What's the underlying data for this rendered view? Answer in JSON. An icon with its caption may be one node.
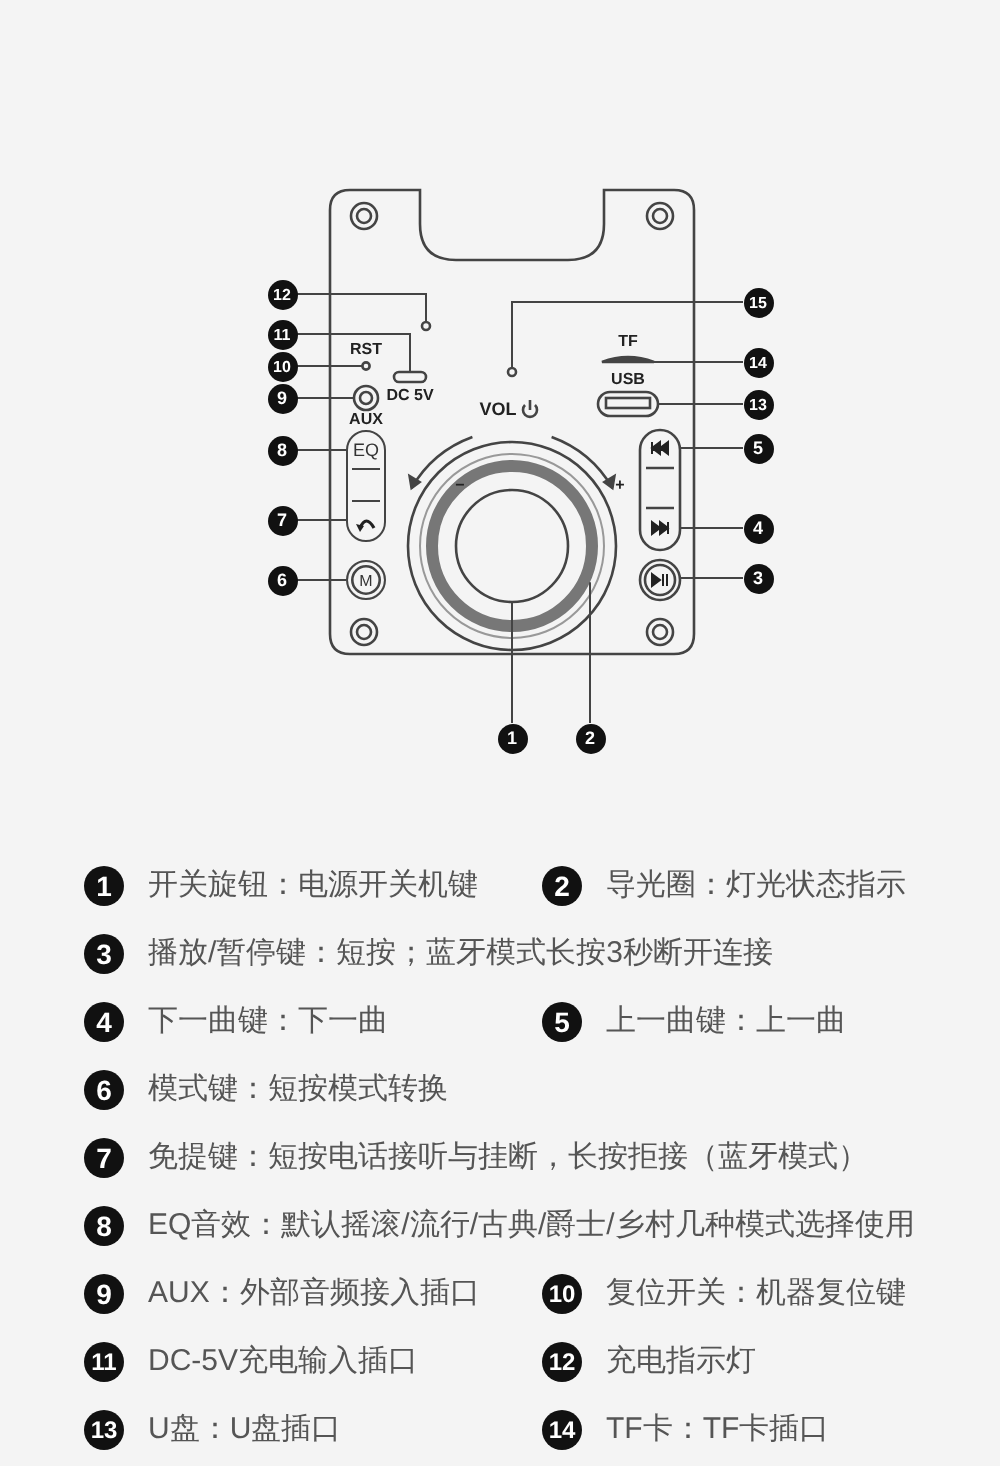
{
  "diagram": {
    "nodes": [
      {
        "text": [
          "12"
        ]
      },
      {
        "text": [
          "15"
        ]
      },
      {
        "text": [
          "11"
        ]
      },
      {
        "text": [
          "14"
        ]
      },
      {
        "text": [
          "10"
        ]
      },
      {
        "text": [
          "9"
        ]
      },
      {
        "text": [
          "13"
        ]
      },
      {
        "text": [
          "8"
        ]
      },
      {
        "text": [
          "5"
        ]
      },
      {
        "text": [
          "7"
        ]
      },
      {
        "text": [
          "4"
        ]
      },
      {
        "text": [
          "6"
        ]
      },
      {
        "text": [
          "3"
        ]
      },
      {
        "text": [
          "1"
        ]
      },
      {
        "text": [
          "2"
        ]
      },
      {
        "text": [],
        "shape": "circle"
      },
      {
        "text": [],
        "shape": "circle"
      },
      {
        "text": [],
        "shape": "box"
      },
      {
        "text": [],
        "shape": "slot"
      },
      {
        "text": [],
        "shape": "circle"
      },
      {
        "text": [],
        "shape": "circle"
      },
      {
        "text": [],
        "shape": "box"
      },
      {
        "text": [
          "EQ"
        ]
      },
      {
        "text": [],
        "shape": "box"
      },
      {
        "text": [
          "M"
        ]
      },
      {
        "text": [],
        "shape": "circle"
      },
      {
        "text": [],
        "shape": "circle",
        "in": 27
      },
      {
        "text": [],
        "shape": "circle"
      },
      {
        "text": [
          "1"
        ],
        "beside": [
          "开关旋钮：电源开关机键"
        ]
      },
      {
        "text": [
          "2"
        ],
        "beside": [
          "导光圈：灯光状态指示"
        ]
      },
      {
        "text": [
          "3"
        ],
        "beside": [
          "播放/暂停键：短按；蓝牙模式长按3秒断开连接"
        ]
      },
      {
        "text": [
          "4"
        ],
        "beside": [
          "下一曲键：下一曲"
        ]
      },
      {
        "text": [
          "5"
        ],
        "beside": [
          "上一曲键：上一曲"
        ]
      },
      {
        "text": [
          "6"
        ],
        "beside": [
          "模式键：短按模式转换"
        ]
      },
      {
        "text": [
          "7"
        ],
        "beside": [
          "免提键：短按电话接听与挂断，长按拒接（蓝牙模式）"
        ]
      },
      {
        "text": [
          "8"
        ],
        "beside": [
          "EQ音效：默认摇滚/流行/古典/爵士/乡村几种模式选择使用"
        ]
      },
      {
        "text": [
          "9"
        ],
        "beside": [
          "AUX：外部音频接入插口"
        ]
      },
      {
        "text": [
          "10"
        ],
        "beside": [
          "复位开关：机器复位键"
        ]
      },
      {
        "text": [
          "11"
        ],
        "beside": [
          "DC-5V充电输入插口"
        ]
      },
      {
        "text": [
          "12"
        ],
        "beside": [
          "充电指示灯"
        ]
      },
      {
        "text": [
          "13"
        ],
        "beside": [
          "U盘：U盘插口"
        ]
      },
      {
        "text": [
          "14"
        ],
        "beside": [
          "TF卡：TF卡插口"
        ]
      }
    ],
    "edges": [
      {
        "from": 0,
        "to": 15,
        "arrow": "none"
      },
      {
        "from": 1,
        "to": 16,
        "arrow": "none"
      },
      {
        "from": 2,
        "to": 17,
        "arrow": "none"
      },
      {
        "from": 3,
        "to": 18,
        "arrow": "none"
      },
      {
        "from": 4,
        "to": 19,
        "arrow": "none"
      },
      {
        "from": 5,
        "to": 20,
        "arrow": "none"
      },
      {
        "from": 6,
        "to": 21,
        "arrow": "none"
      },
      {
        "from": 7,
        "to": 22,
        "arrow": "none"
      },
      {
        "from": 8,
        "to": 23,
        "arrow": "none"
      },
      {
        "from": 9,
        "to": 22,
        "arrow": "none"
      },
      {
        "from": 10,
        "to": 23,
        "arrow": "none"
      },
      {
        "from": 11,
        "to": 24,
        "arrow": "none"
      },
      {
        "from": 12,
        "to": 25,
        "arrow": "none"
      },
      {
        "from": 13,
        "to": 26,
        "arrow": "none"
      },
      {
        "from": 14,
        "to": 27,
        "arrow": "none"
      }
    ],
    "labels": [
      "TF",
      "RST",
      "USB",
      "DC 5V",
      "AUX",
      "VOL",
      "−",
      "+"
    ]
  }
}
